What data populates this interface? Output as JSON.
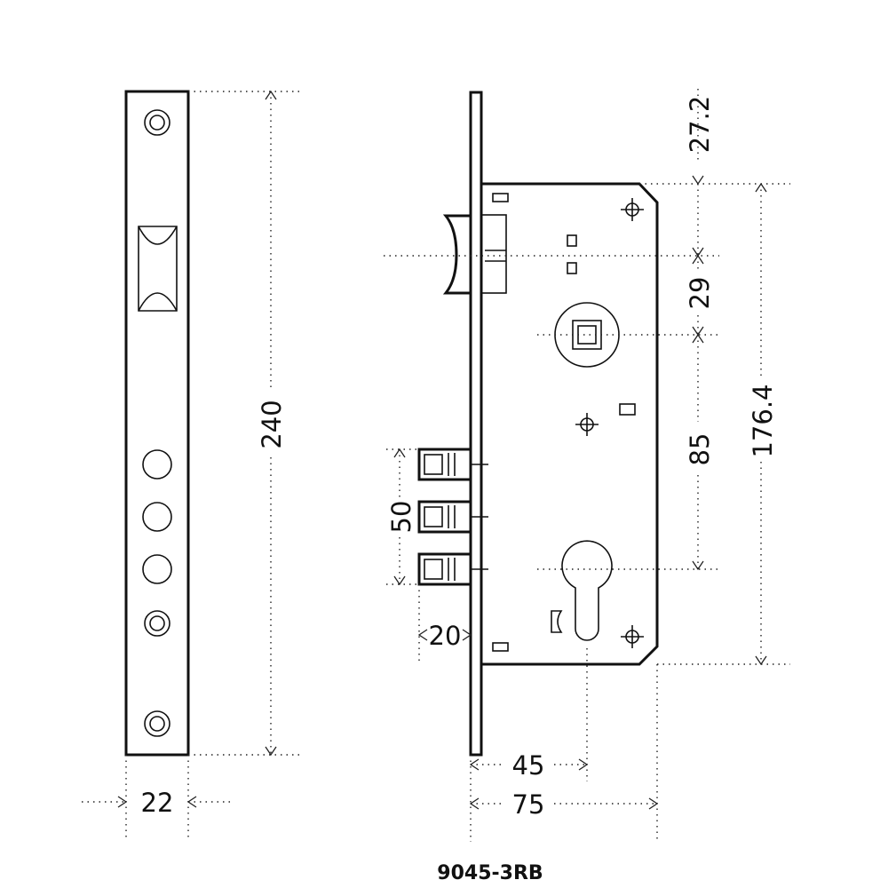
{
  "model_label": "9045-3RB",
  "dimensions": {
    "faceplate_width": "22",
    "faceplate_height": "240",
    "top_offset": "27.2",
    "follower_spacing": "29",
    "handle_to_cylinder": "85",
    "case_height": "176.4",
    "bolt_span": "50",
    "bolt_throw": "20",
    "backset": "45",
    "case_depth": "75"
  }
}
